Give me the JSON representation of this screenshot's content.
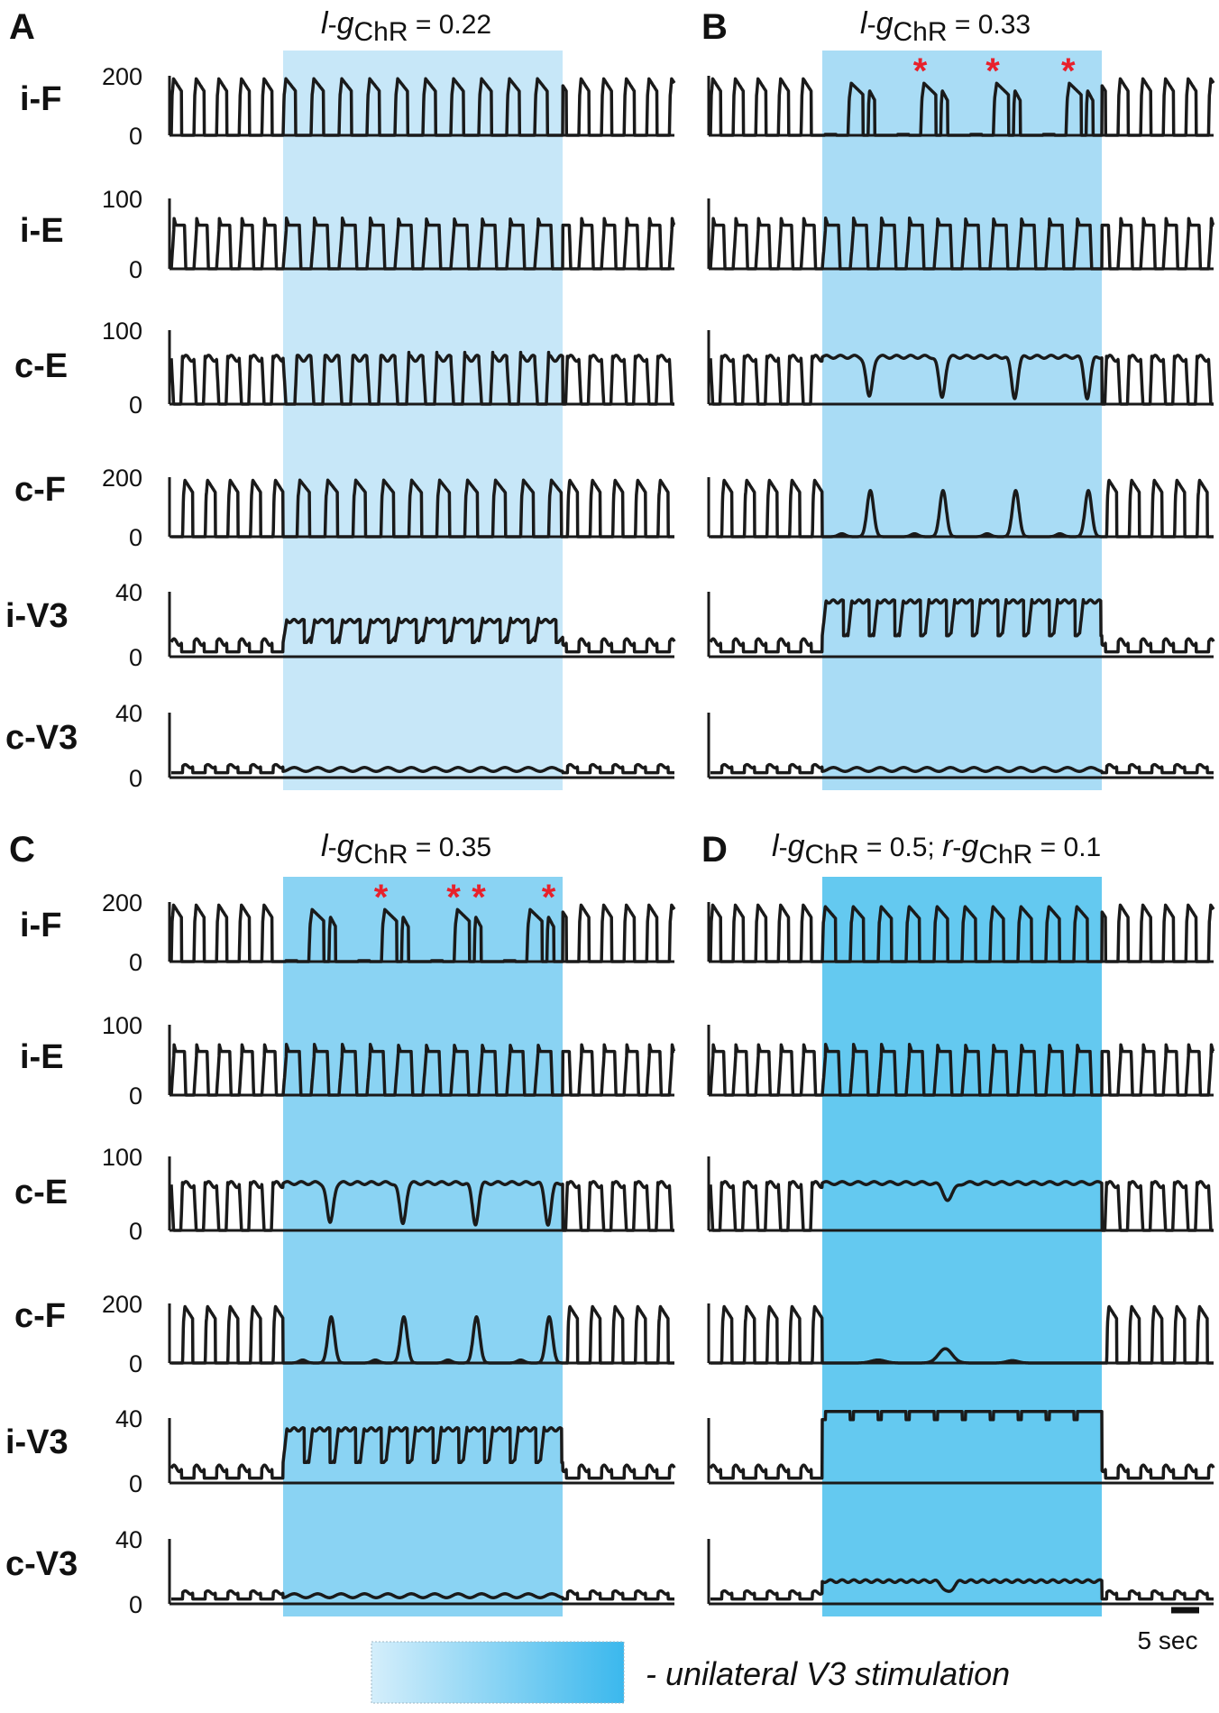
{
  "chart_data": {
    "type": "line",
    "colors": {
      "trace": "#1a1a1a",
      "star": "#e8202a",
      "stimulation_shades": [
        "#c7e7f8",
        "#a9dcf5",
        "#8ad3f3",
        "#64c9f0"
      ],
      "legend_gradient": [
        "#d4eefb",
        "#3bb8ed"
      ]
    },
    "time_axis": {
      "range_sec": [
        0,
        90
      ],
      "stim_window_sec": [
        20,
        70
      ]
    },
    "rows": [
      {
        "name": "i-F",
        "ylim": [
          0,
          200
        ],
        "ticks": [
          "200",
          "0"
        ]
      },
      {
        "name": "i-E",
        "ylim": [
          0,
          100
        ],
        "ticks": [
          "100",
          "0"
        ]
      },
      {
        "name": "c-E",
        "ylim": [
          0,
          100
        ],
        "ticks": [
          "100",
          "0"
        ]
      },
      {
        "name": "c-F",
        "ylim": [
          0,
          200
        ],
        "ticks": [
          "200",
          "0"
        ]
      },
      {
        "name": "i-V3",
        "ylim": [
          0,
          40
        ],
        "ticks": [
          "40",
          "0"
        ]
      },
      {
        "name": "c-V3",
        "ylim": [
          0,
          40
        ],
        "ticks": [
          "40",
          "0"
        ]
      }
    ],
    "panels": [
      {
        "label": "A",
        "title": {
          "l": "l",
          "dash": "-",
          "g": "g",
          "sub": "ChR",
          "rest": " = 0.22"
        },
        "stim_strength": 1,
        "ipsi_drive": 25,
        "contra_drive": 0,
        "stimulated_locomotion": "normal",
        "stim_burst_period_sec": 5,
        "stars_sec": []
      },
      {
        "label": "B",
        "title": {
          "l": "l",
          "dash": "-",
          "g": "g",
          "sub": "ChR",
          "rest": " = 0.33"
        },
        "stim_strength": 2,
        "ipsi_drive": 37,
        "contra_drive": 0,
        "stimulated_locomotion": "slowed",
        "stim_burst_period_sec": 13,
        "stars_sec": [
          37.5,
          50.5,
          64
        ]
      },
      {
        "label": "C",
        "title": {
          "l": "l",
          "dash": "-",
          "g": "g",
          "sub": "ChR",
          "rest": " = 0.35"
        },
        "stim_strength": 3,
        "ipsi_drive": 36,
        "contra_drive": 0,
        "stimulated_locomotion": "irregular",
        "stim_burst_period_sec": 13,
        "stars_sec": [
          37.5,
          50.5,
          55,
          67.5
        ]
      },
      {
        "label": "D",
        "title": {
          "l": "l",
          "dash": "-",
          "g": "g",
          "sub": "ChR",
          "rest": " = 0.5; ",
          "l2": "r",
          "sub2": "ChR",
          "rest2": " = 0.1"
        },
        "stim_strength": 4,
        "ipsi_drive": 47,
        "contra_drive": 14,
        "stimulated_locomotion": "suppressed",
        "stim_burst_period_sec": 0,
        "stars_sec": []
      }
    ],
    "star_symbol": "*",
    "scale_bar": {
      "label": "5 sec",
      "duration_sec": 5
    },
    "legend": {
      "text": "- unilateral V3 stimulation"
    }
  }
}
